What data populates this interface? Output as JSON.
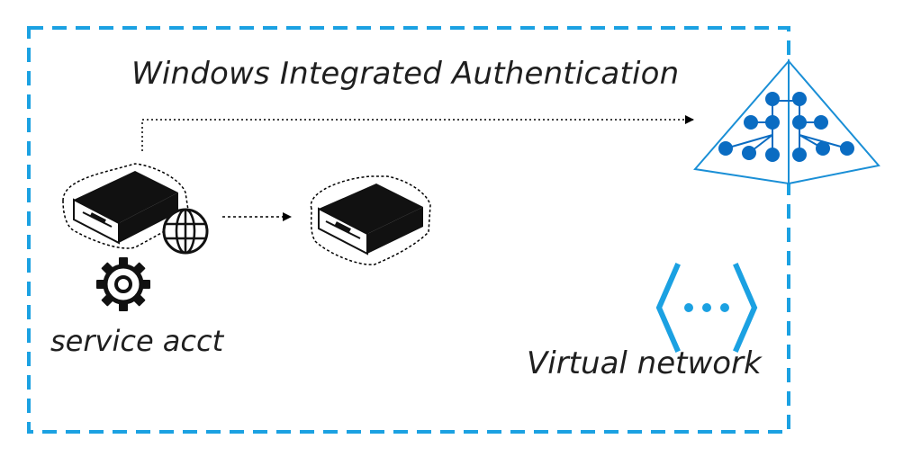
{
  "labels": {
    "auth": "Windows Integrated Authentication",
    "service_account": "service acct",
    "virtual_network": "Virtual network"
  },
  "colors": {
    "vnet_border": "#1ba1e2",
    "directory_node": "#0a6cc2",
    "directory_outline": "#1a8fd6",
    "server": "#111111"
  },
  "icons": {
    "web_server": "server-icon",
    "app_server": "server-icon",
    "globe": "globe-icon",
    "service": "gear-icon",
    "directory": "active-directory-icon",
    "virtual_network": "virtual-network-icon"
  }
}
